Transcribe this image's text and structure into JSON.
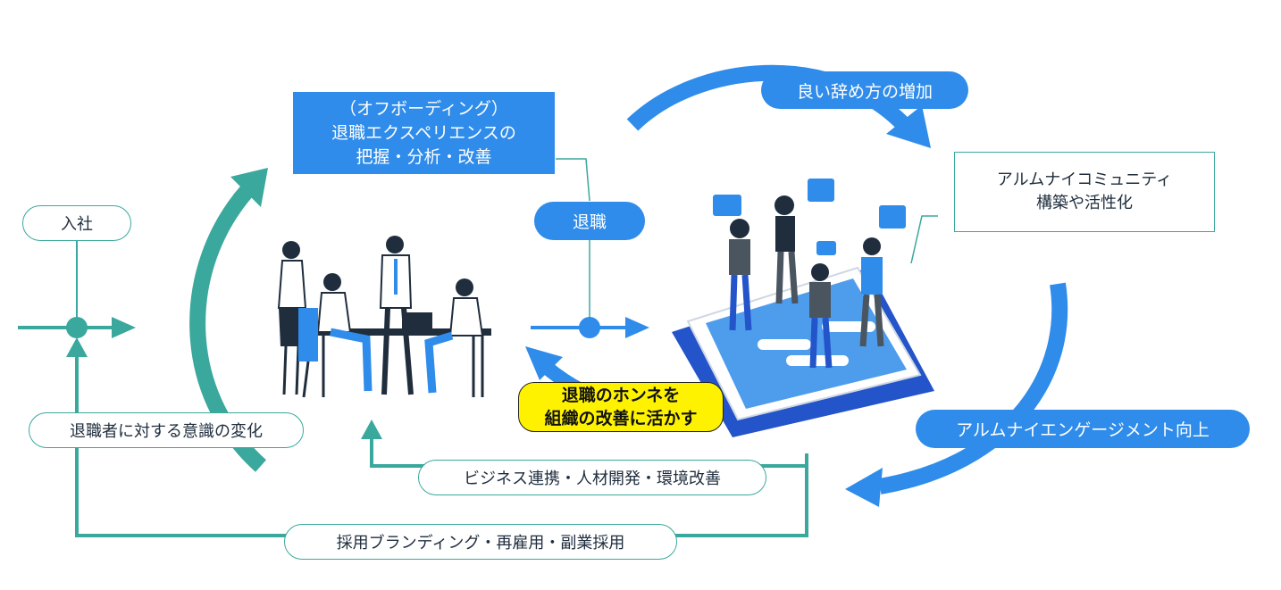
{
  "labels": {
    "join": "入社",
    "offboarding_line1": "（オフボーディング）",
    "offboarding_line2": "退職エクスペリエンスの",
    "offboarding_line3": "把握・分析・改善",
    "retire": "退職",
    "good_leaving": "良い辞め方の増加",
    "alumni_line1": "アルムナイコミュニティ",
    "alumni_line2": "構築や活性化",
    "truth_line1": "退職のホンネを",
    "truth_line2": "組織の改善に活かす",
    "engagement": "アルムナイエンゲージメント向上",
    "awareness": "退職者に対する意識の変化",
    "business": "ビジネス連携・人材開発・環境改善",
    "hiring": "採用ブランディング・再雇用・副業採用"
  },
  "colors": {
    "teal": "#3aa89d",
    "blue": "#2f8cea",
    "yellow": "#fff200",
    "dark": "#1f2d3d"
  }
}
